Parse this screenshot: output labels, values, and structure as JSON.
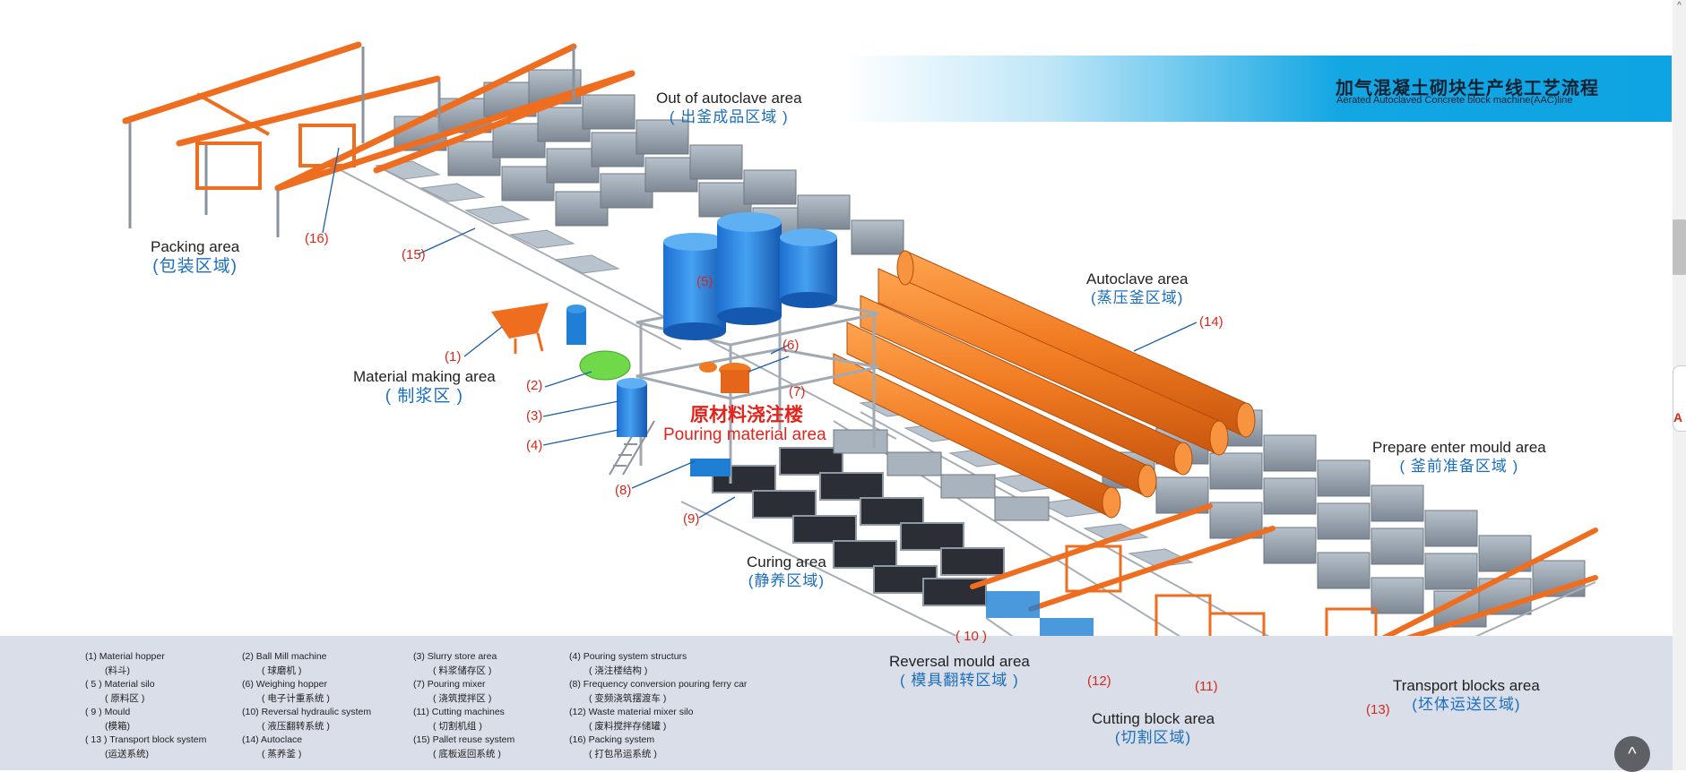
{
  "banner": {
    "title_zh": "加气混凝土砌块生产线工艺流程",
    "title_en": "Aerated Autoclaved Concrete block machine(AAC)line"
  },
  "areas": {
    "packing": {
      "en": "Packing area",
      "zh": "(包装区域)"
    },
    "out_autoclave": {
      "en": "Out of autoclave area",
      "zh": "( 出釜成品区域 )"
    },
    "material_making": {
      "en": "Material making area",
      "zh": "( 制浆区 )"
    },
    "autoclave": {
      "en": "Autoclave area",
      "zh": "(蒸压釜区域)"
    },
    "prepare_mould": {
      "en": "Prepare enter mould area",
      "zh": "( 釜前准备区域 )"
    },
    "curing": {
      "en": "Curing area",
      "zh": "(静养区域)"
    },
    "reversal": {
      "en": "Reversal mould area",
      "zh": "( 模具翻转区域 )"
    },
    "cutting": {
      "en": "Cutting block area",
      "zh": "(切割区域)"
    },
    "transport": {
      "en": "Transport blocks area",
      "zh": "(坯体运送区域)"
    },
    "pouring": {
      "zh": "原材料浇注楼",
      "en": "Pouring material area"
    }
  },
  "markers": {
    "m1": "(1)",
    "m2": "(2)",
    "m3": "(3)",
    "m4": "(4)",
    "m5": "(5)",
    "m6": "(6)",
    "m7": "(7)",
    "m8": "(8)",
    "m9": "(9)",
    "m10": "( 10 )",
    "m11": "(11)",
    "m12": "(12)",
    "m13": "(13)",
    "m14": "(14)",
    "m15": "(15)",
    "m16": "(16)"
  },
  "legend": {
    "l1": {
      "en": "(1)    Material hopper",
      "zh": "(料斗)"
    },
    "l2": {
      "en": "( 5 )  Material silo",
      "zh": "( 原料区 )"
    },
    "l3": {
      "en": "( 9 )  Mould",
      "zh": "(模箱)"
    },
    "l4": {
      "en": "( 13 ) Transport block system",
      "zh": "(运送系统)"
    },
    "l5": {
      "en": "(2)    Ball Mill machine",
      "zh": "( 球磨机 )"
    },
    "l6": {
      "en": "(6)    Weighing hopper",
      "zh": "( 电子计重系统 )"
    },
    "l7": {
      "en": "(10)  Reversal hydraulic system",
      "zh": "( 液压翻转系统 )"
    },
    "l8": {
      "en": "(14)  Autoclace",
      "zh": "( 蒸养釜 )"
    },
    "l9": {
      "en": "(3)  Slurry store area",
      "zh": "( 料浆储存区 )"
    },
    "l10": {
      "en": "(7)  Pouring   mixer",
      "zh": "( 浇筑搅拌区 )"
    },
    "l11": {
      "en": "(11)  Cutting machines",
      "zh": "( 切割机组 )"
    },
    "l12": {
      "en": "(15)  Pallet reuse system",
      "zh": "( 底板返回系统 )"
    },
    "l13": {
      "en": "(4)    Pouring system structurs",
      "zh": "( 浇注楼结构 )"
    },
    "l14": {
      "en": "(8)    Frequency conversion pouring ferry car",
      "zh": "( 变频浇筑摆渡车 )"
    },
    "l15": {
      "en": "(12)  Waste material mixer silo",
      "zh": "( 废料搅拌存储罐 )"
    },
    "l16": {
      "en": "(16)    Packing system",
      "zh": "( 打包吊运系统 )"
    }
  },
  "ui": {
    "scroll_up": "^",
    "back_to_top": "^",
    "side_tab": "A"
  },
  "colors": {
    "orange": "#f07a21",
    "blue": "#1e7fd4",
    "gray_block": "#8e9aa6",
    "legend_bg": "#d9dee8",
    "banner_blue": "#0ea3e2"
  }
}
